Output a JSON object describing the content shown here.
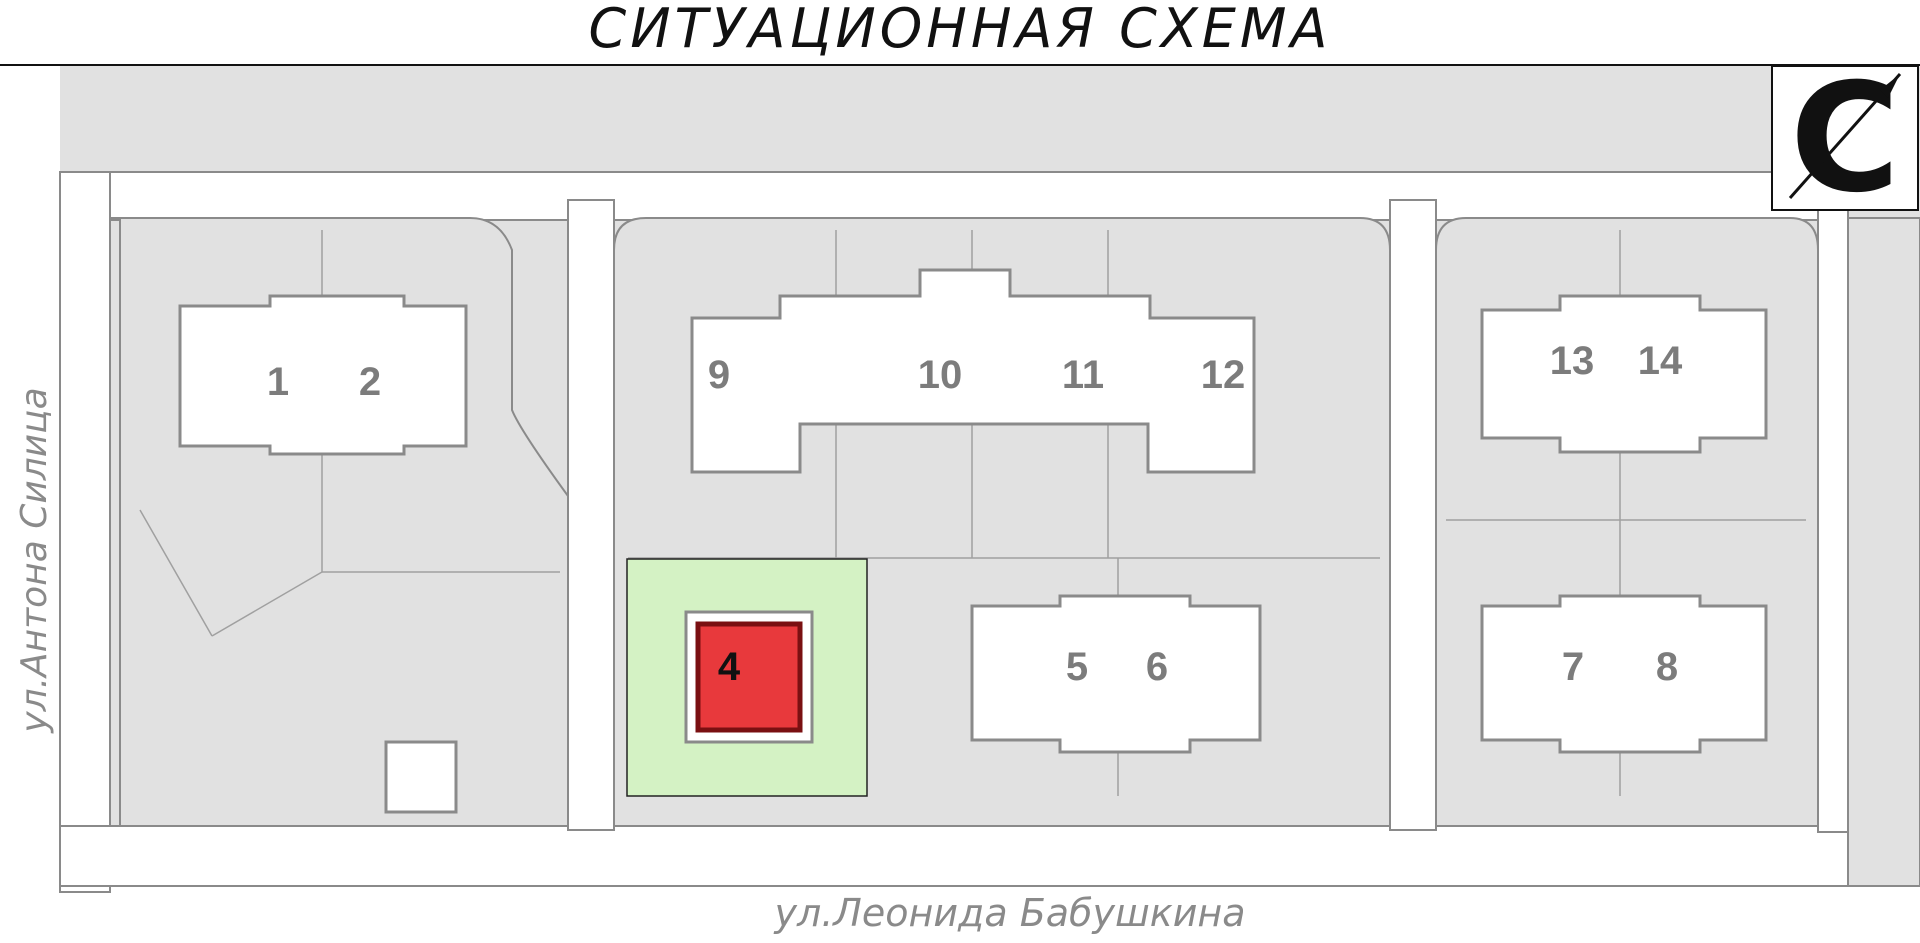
{
  "title": "СИТУАЦИОННАЯ СХЕМА",
  "streets": {
    "west": "ул.Антона Силица",
    "south": "ул.Леонида Бабушкина"
  },
  "compass": {
    "label": "С"
  },
  "buildings": [
    {
      "id": "b1",
      "label": "1"
    },
    {
      "id": "b2",
      "label": "2"
    },
    {
      "id": "b9",
      "label": "9"
    },
    {
      "id": "b10",
      "label": "10"
    },
    {
      "id": "b11",
      "label": "11"
    },
    {
      "id": "b12",
      "label": "12"
    },
    {
      "id": "b13",
      "label": "13"
    },
    {
      "id": "b14",
      "label": "14"
    },
    {
      "id": "b4",
      "label": "4",
      "highlighted": true
    },
    {
      "id": "b5",
      "label": "5"
    },
    {
      "id": "b6",
      "label": "6"
    },
    {
      "id": "b7",
      "label": "7"
    },
    {
      "id": "b8",
      "label": "8"
    }
  ],
  "colors": {
    "ground": "#e1e1e1",
    "road": "#ffffff",
    "outline": "#8a8a8a",
    "highlight_fill": "#e8393c",
    "highlight_border": "#7a1012",
    "plot_green": "#d4f2c4"
  }
}
